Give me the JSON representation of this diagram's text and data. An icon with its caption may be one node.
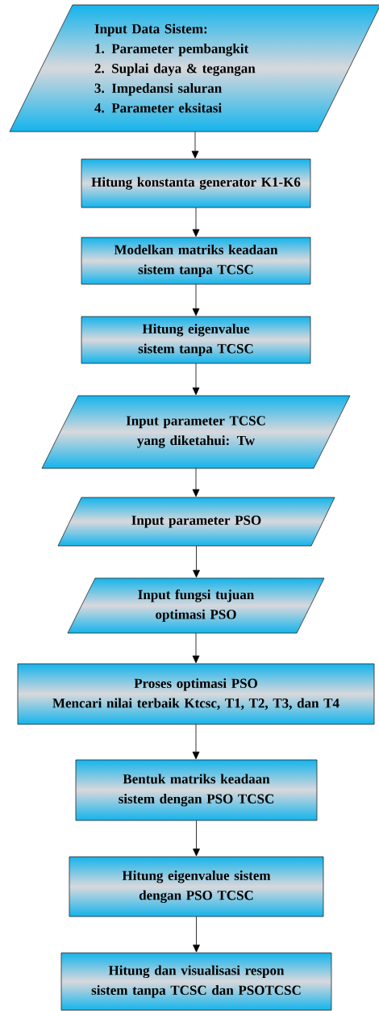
{
  "diagram": {
    "nodes": [
      {
        "text": [
          "Input Data Sistem:",
          "1. Parameter pembangkit",
          "2. Suplai daya & tegangan",
          "3. Impedansi saluran",
          "4. Parameter eksitasi"
        ]
      },
      {
        "text": [
          "Hitung konstanta generator K1-K6"
        ]
      },
      {
        "text": [
          "Modelkan matriks keadaan sistem tanpa TCSC"
        ]
      },
      {
        "text": [
          "Hitung eigenvalue sistem tanpa TCSC"
        ]
      },
      {
        "text": [
          "Input parameter TCSC yang diketahui: Tw"
        ]
      },
      {
        "text": [
          "Input parameter PSO"
        ]
      },
      {
        "text": [
          "Input fungsi tujuan optimasi PSO"
        ]
      },
      {
        "text": [
          "Proses optimasi PSO",
          "Mencari nilai terbaik Ktcsc, T1, T2, T3, dan T4"
        ]
      },
      {
        "text": [
          "Bentuk matriks keadaan sistem dengan PSO TCSC"
        ]
      },
      {
        "text": [
          "Hitung eigenvalue sistem dengan PSO TCSC"
        ]
      },
      {
        "text": [
          "Hitung dan visualisasi respon sistem tanpa TCSC dan PSOTCSC"
        ]
      }
    ],
    "edges": [
      {
        "from": 0,
        "to": 1,
        "arrow": "to"
      },
      {
        "from": 1,
        "to": 2,
        "arrow": "to"
      },
      {
        "from": 2,
        "to": 3,
        "arrow": "to"
      },
      {
        "from": 3,
        "to": 4,
        "arrow": "to"
      },
      {
        "from": 4,
        "to": 5,
        "arrow": "to"
      },
      {
        "from": 5,
        "to": 6,
        "arrow": "to"
      },
      {
        "from": 6,
        "to": 7,
        "arrow": "to"
      },
      {
        "from": 7,
        "to": 8,
        "arrow": "to"
      },
      {
        "from": 8,
        "to": 9,
        "arrow": "to"
      },
      {
        "from": 9,
        "to": 10,
        "arrow": "to"
      }
    ]
  }
}
